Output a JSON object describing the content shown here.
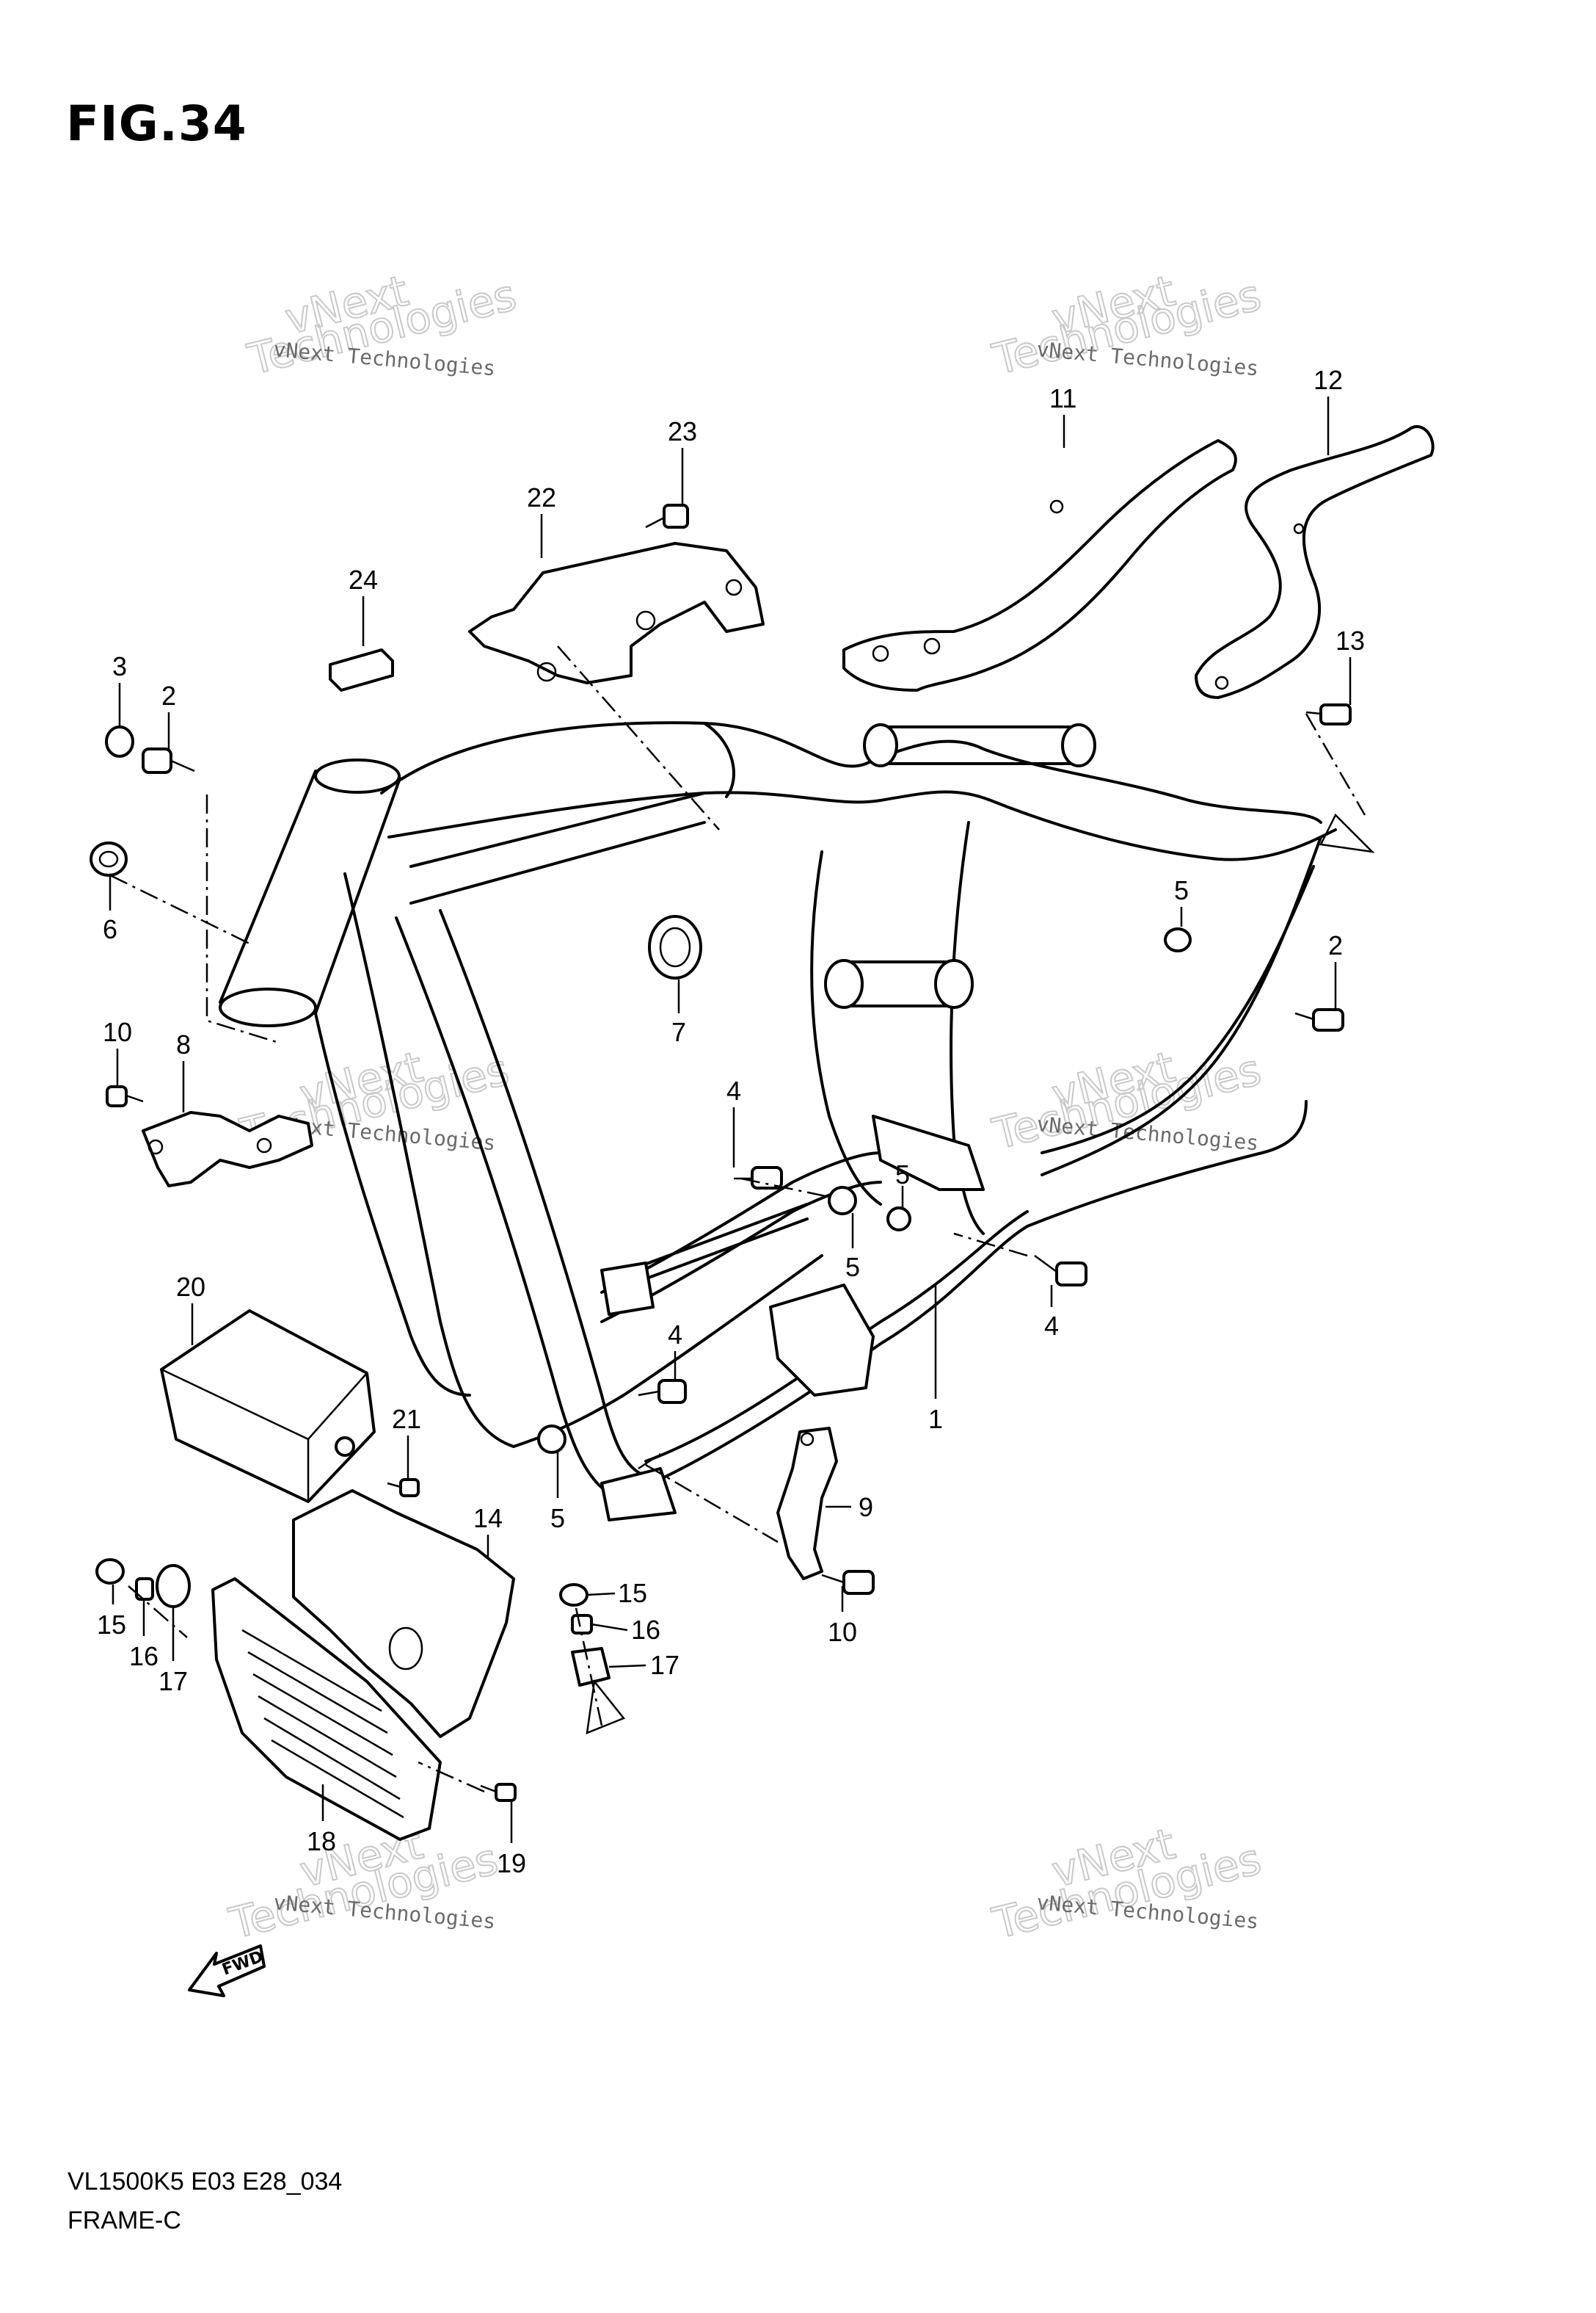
{
  "figure": {
    "title": "FIG.34",
    "model_code": "VL1500K5 E03 E28_034",
    "section_name": "FRAME-C",
    "forward_arrow_label": "FWD"
  },
  "watermark": {
    "line1": "vNext Technologies",
    "line2": "vNext",
    "line3": "Technologies"
  },
  "callouts": [
    "1",
    "2",
    "3",
    "4",
    "5",
    "6",
    "7",
    "8",
    "9",
    "10",
    "11",
    "12",
    "13",
    "14",
    "15",
    "16",
    "17",
    "18",
    "19",
    "20",
    "21",
    "22",
    "23",
    "24"
  ],
  "callout_labels": [
    {
      "id": "c23",
      "text": "23"
    },
    {
      "id": "c22",
      "text": "22"
    },
    {
      "id": "c24",
      "text": "24"
    },
    {
      "id": "c11",
      "text": "11"
    },
    {
      "id": "c12",
      "text": "12"
    },
    {
      "id": "c13",
      "text": "13"
    },
    {
      "id": "c3",
      "text": "3"
    },
    {
      "id": "c2a",
      "text": "2"
    },
    {
      "id": "c6",
      "text": "6"
    },
    {
      "id": "c7",
      "text": "7"
    },
    {
      "id": "c5a",
      "text": "5"
    },
    {
      "id": "c2b",
      "text": "2"
    },
    {
      "id": "c10a",
      "text": "10"
    },
    {
      "id": "c8",
      "text": "8"
    },
    {
      "id": "c4a",
      "text": "4"
    },
    {
      "id": "c5b",
      "text": "5"
    },
    {
      "id": "c5c",
      "text": "5"
    },
    {
      "id": "c4b",
      "text": "4"
    },
    {
      "id": "c20",
      "text": "20"
    },
    {
      "id": "c4c",
      "text": "4"
    },
    {
      "id": "c1",
      "text": "1"
    },
    {
      "id": "c21",
      "text": "21"
    },
    {
      "id": "c5d",
      "text": "5"
    },
    {
      "id": "c9",
      "text": "9"
    },
    {
      "id": "c14",
      "text": "14"
    },
    {
      "id": "c15a",
      "text": "15"
    },
    {
      "id": "c16a",
      "text": "16"
    },
    {
      "id": "c17a",
      "text": "17"
    },
    {
      "id": "c15b",
      "text": "15"
    },
    {
      "id": "c16b",
      "text": "16"
    },
    {
      "id": "c17b",
      "text": "17"
    },
    {
      "id": "c10b",
      "text": "10"
    },
    {
      "id": "c18",
      "text": "18"
    },
    {
      "id": "c19",
      "text": "19"
    }
  ]
}
